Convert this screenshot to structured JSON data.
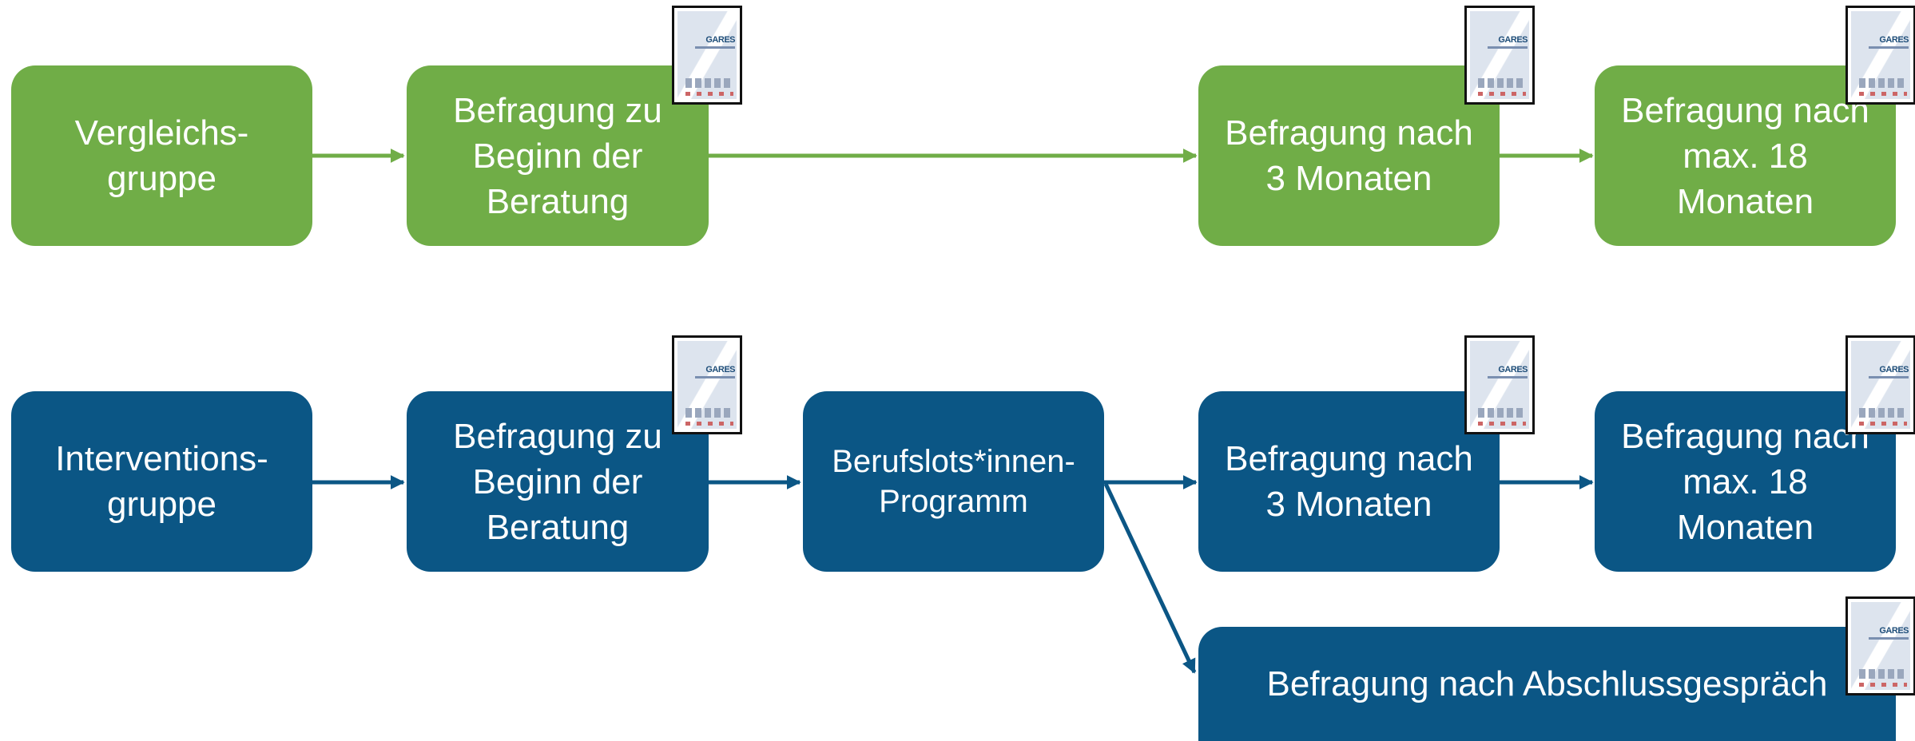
{
  "colors": {
    "comparison": "#70ad47",
    "intervention": "#0b5685"
  },
  "comparison_row": {
    "group": "Vergleichs-\ngruppe",
    "survey_start": "Befragung zu\nBeginn der\nBeratung",
    "survey_3m": "Befragung nach\n3 Monaten",
    "survey_18m": "Befragung nach\nmax. 18\nMonaten"
  },
  "intervention_row": {
    "group": "Interventions-\ngruppe",
    "survey_start": "Befragung zu\nBeginn der\nBeratung",
    "program": "Berufslots*innen-\nProgramm",
    "survey_3m": "Befragung nach\n3 Monaten",
    "survey_18m": "Befragung nach\nmax. 18\nMonaten",
    "survey_final": "Befragung nach Abschlussgespräch"
  },
  "questionnaire_logo": "GARES",
  "icons": {
    "questionnaire": "questionnaire-document-icon"
  }
}
